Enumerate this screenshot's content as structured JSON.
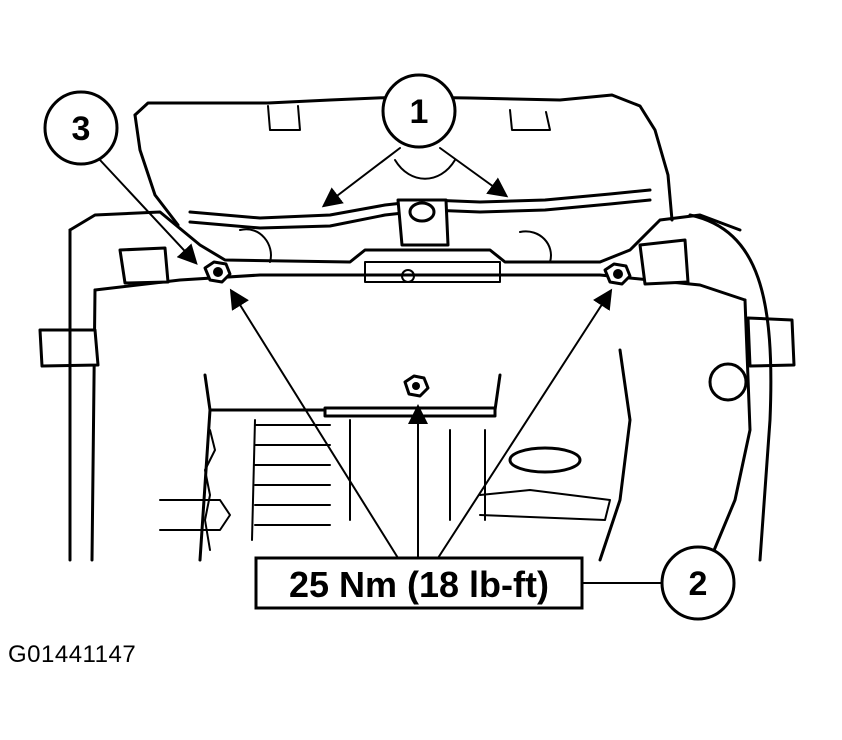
{
  "callouts": {
    "c1": "1",
    "c2": "2",
    "c3": "3"
  },
  "torque_label": "25 Nm (18 lb-ft)",
  "figure_id": "G01441147"
}
